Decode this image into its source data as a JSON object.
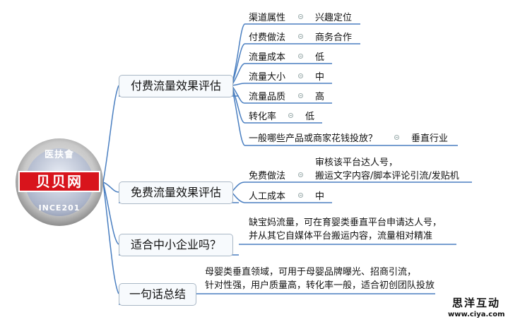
{
  "root": {
    "label": "贝贝网",
    "seal_top": "医扶會",
    "seal_bottom": "INCE201"
  },
  "branches": {
    "paid": {
      "title": "付费流量效果评估",
      "items": [
        {
          "label": "渠道属性",
          "value": "兴趣定位"
        },
        {
          "label": "付费做法",
          "value": "商务合作"
        },
        {
          "label": "流量成本",
          "value": "低"
        },
        {
          "label": "流量大小",
          "value": "中"
        },
        {
          "label": "流量品质",
          "value": "高"
        },
        {
          "label": "转化率",
          "value": "低"
        },
        {
          "label": "一般哪些产品或商家花钱投放？",
          "value": "垂直行业"
        }
      ]
    },
    "free": {
      "title": "免费流量效果评估",
      "items": [
        {
          "label": "免费做法",
          "value_line1": "审核该平台达人号，",
          "value_line2": "搬运文字内容/脚本评论引流/发贴机"
        },
        {
          "label": "人工成本",
          "value": "中"
        }
      ]
    },
    "sme": {
      "title": "适合中小企业吗？",
      "note_line1": "缺宝妈流量，可在育婴类垂直平台申请达人号，",
      "note_line2": "并从其它自媒体平台搬运内容，流量相对精准"
    },
    "summary": {
      "title": "一句话总结",
      "note_line1": "母婴类垂直领域，可用于母婴品牌曝光、招商引流，",
      "note_line2": "针对性强，用户质量高，转化率一般，适合初创团队投放"
    }
  },
  "watermark": {
    "text": "思洋互动",
    "url": "www.ciya.com"
  },
  "colors": {
    "line": "#4a7fc1",
    "ribbon": "#d8141c"
  }
}
